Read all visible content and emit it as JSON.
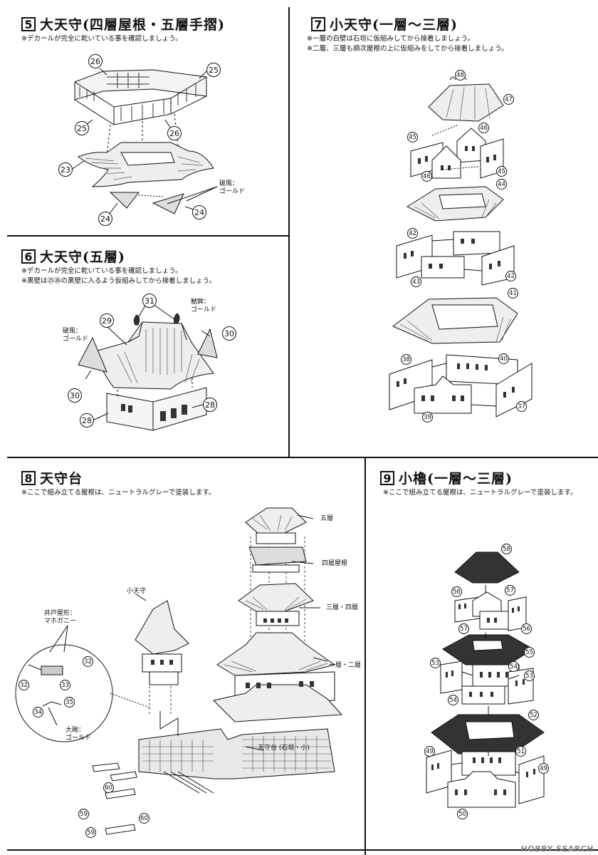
{
  "step5": {
    "num": "5",
    "title": "大天守(四層屋根・五層手摺)",
    "note": "※デカールが完全に乾いている事を確認しましょう。",
    "hafu_label": "破風：\nゴールド",
    "parts": [
      "26",
      "25",
      "25",
      "26",
      "23",
      "24",
      "24"
    ]
  },
  "step6": {
    "num": "6",
    "title": "大天守(五層)",
    "note1": "※デカールが完全に乾いている事を確認しましょう。",
    "note2": "※黒壁は㉕㉖の黒壁に入るよう仮組みしてから接着しましょう。",
    "shachi_label": "鯱鉾：\nゴールド",
    "hafu_label": "破風：\nゴールド",
    "parts": [
      "31",
      "29",
      "30",
      "30",
      "28",
      "28"
    ]
  },
  "step7": {
    "num": "7",
    "title": "小天守(一層〜三層)",
    "note1": "※一層の白壁は石垣に仮組みしてから接着しましょう。",
    "note2": "※二層、三層も順次屋根の上に仮組みをしてから接着しましょう。",
    "parts": [
      "48",
      "47",
      "45",
      "46",
      "46",
      "45",
      "44",
      "42",
      "43",
      "42",
      "41",
      "38",
      "40",
      "39",
      "37"
    ]
  },
  "step8": {
    "num": "8",
    "title": "天守台",
    "note": "※ここで組み立てる屋根は、ニュートラルグレーで塗装します。",
    "labels": {
      "l5": "五層",
      "l4r": "四層屋根",
      "l34": "三層・四層",
      "l12": "一層・二層",
      "small": "小天守",
      "ido": "井戸屋形：\nマホガニー",
      "cannon": "大砲：\nゴールド",
      "base": "天守台 (石垣・小)"
    },
    "parts": [
      "32",
      "32",
      "33",
      "34",
      "35",
      "60",
      "59",
      "60",
      "59"
    ]
  },
  "step9": {
    "num": "9",
    "title": "小櫓(一層〜三層)",
    "note": "※ここで組み立てる屋根は、ニュートラルグレーで塗装します。",
    "parts": [
      "58",
      "56",
      "57",
      "57",
      "56",
      "55",
      "53",
      "54",
      "53",
      "54",
      "52",
      "49",
      "51",
      "49",
      "50"
    ]
  },
  "watermark": "HOBBY SEARCH"
}
